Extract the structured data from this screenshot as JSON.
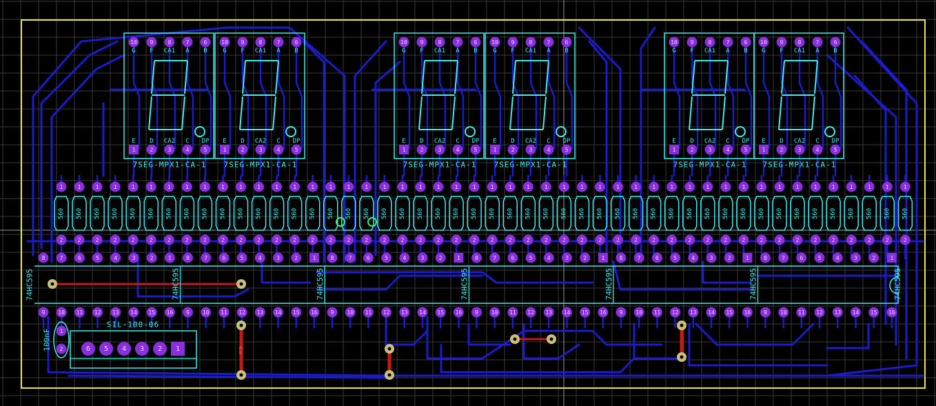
{
  "colors": {
    "background": "#000000",
    "grid": "#3a3a3a",
    "track_bottom": "#1c1ccc",
    "track_top": "#c81818",
    "silkscreen": "#44eef0",
    "pad": "#8a2ee0",
    "pad_text": "#e9dcff",
    "board_outline": "#e8e84a",
    "via": "#c9c07a"
  },
  "displays": [
    {
      "ref": "7SEG-MPX1-CA-1"
    },
    {
      "ref": "7SEG-MPX1-CA-1"
    },
    {
      "ref": "7SEG-MPX1-CA-1"
    },
    {
      "ref": "7SEG-MPX1-CA-1"
    },
    {
      "ref": "7SEG-MPX1-CA-1"
    },
    {
      "ref": "7SEG-MPX1-CA-1"
    }
  ],
  "display_pins": {
    "top_numbers": [
      "10",
      "9",
      "8",
      "7",
      "6"
    ],
    "top_labels": [
      "G",
      "F",
      "CA1",
      "A",
      "B"
    ],
    "bottom_labels": [
      "E",
      "D",
      "CA2",
      "C",
      "DP"
    ],
    "bottom_numbers": [
      "1",
      "2",
      "3",
      "4",
      "5"
    ]
  },
  "resistors": {
    "count": 48,
    "value": "560",
    "pin_top": "1",
    "pin_bottom": "2"
  },
  "shift_registers": {
    "label": "74HC595",
    "top_pins": [
      "8",
      "7",
      "6",
      "5",
      "4",
      "3",
      "2",
      "1"
    ],
    "bottom_pins": [
      "9",
      "10",
      "11",
      "12",
      "13",
      "14",
      "15",
      "16"
    ]
  },
  "connector": {
    "label": "SIL-100-06",
    "pins": [
      "6",
      "5",
      "4",
      "3",
      "2",
      "1"
    ]
  },
  "capacitor": {
    "label": "100nF",
    "pins": [
      "1",
      "2"
    ]
  },
  "jumper": {
    "label": "PCB"
  }
}
